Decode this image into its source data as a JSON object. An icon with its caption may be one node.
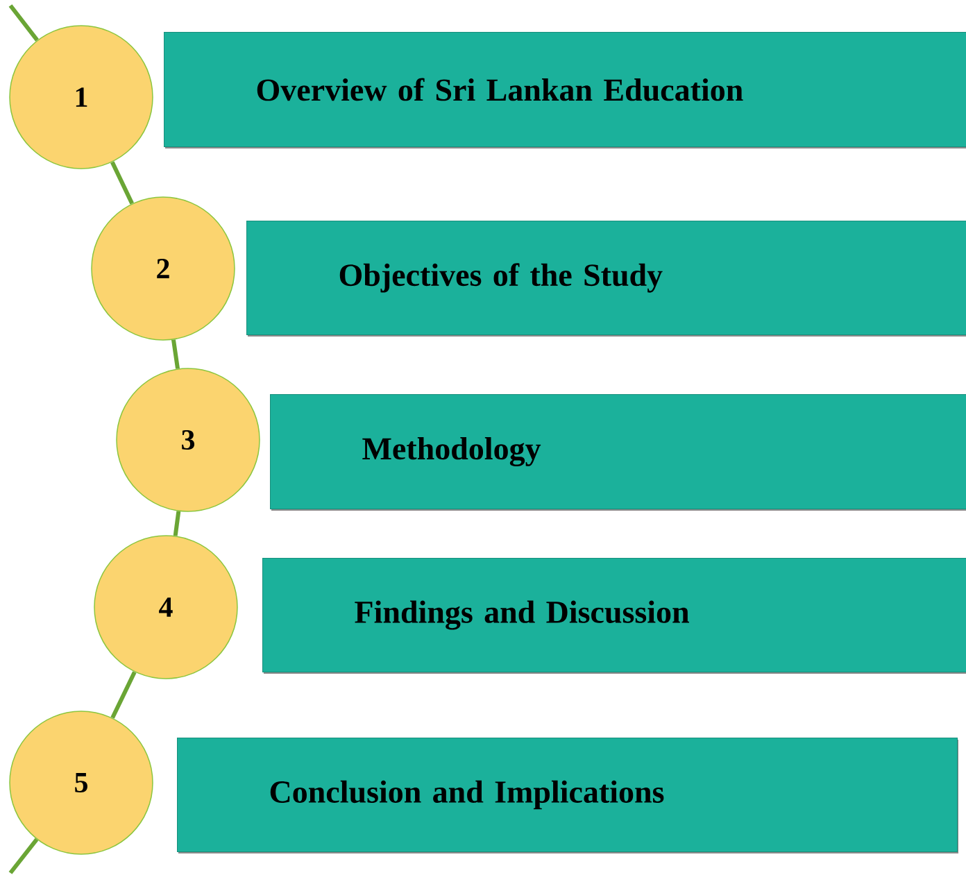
{
  "diagram": {
    "nodes": [
      {
        "text": [
          "1"
        ]
      },
      {
        "text": [
          "Overview of Sri Lankan Education"
        ]
      },
      {
        "text": [
          "2"
        ]
      },
      {
        "text": [
          "Objectives of the Study"
        ]
      },
      {
        "text": [
          "3"
        ]
      },
      {
        "text": [
          "Methodology"
        ]
      },
      {
        "text": [
          "4"
        ]
      },
      {
        "text": [
          "Findings and Discussion"
        ]
      },
      {
        "text": [
          "5"
        ]
      },
      {
        "text": [
          "Conclusion and Implications"
        ]
      }
    ],
    "edges": [
      {
        "from": null,
        "to": 0,
        "arrow": "none"
      },
      {
        "from": 0,
        "to": 2,
        "arrow": "none"
      },
      {
        "from": 2,
        "to": 4,
        "arrow": "none"
      },
      {
        "from": 4,
        "to": 6,
        "arrow": "none"
      },
      {
        "from": 6,
        "to": 8,
        "arrow": "none"
      },
      {
        "from": 8,
        "to": null,
        "arrow": "none"
      }
    ]
  }
}
